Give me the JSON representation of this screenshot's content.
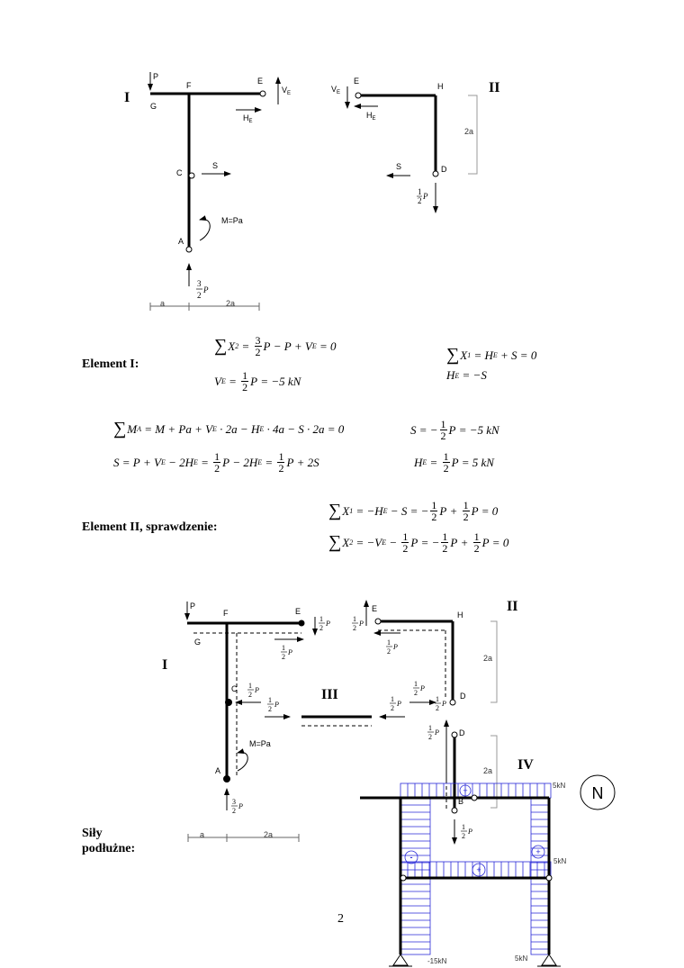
{
  "diagram_top": {
    "element1_label": "I",
    "element2_label": "II",
    "P": "P",
    "F": "F",
    "G": "G",
    "E": "E",
    "VE": "V",
    "VE_sub": "E",
    "HE": "H",
    "HE_sub": "E",
    "C": "C",
    "S": "S",
    "M": "M=Pa",
    "A": "A",
    "reaction_num": "3",
    "reaction_den": "2",
    "reaction_P": "P",
    "dim_a": "a",
    "dim_2a": "2a",
    "E2": "E",
    "H2": "H",
    "D": "D",
    "S2": "S",
    "dim_2a_right": "2a",
    "half_num": "1",
    "half_den": "2",
    "half_P": "P"
  },
  "headings": {
    "element1": "Element I:",
    "element2": "Element II, sprawdzenie:",
    "normal_forces": "Siły podłużne:"
  },
  "equations": [
    [
      "∑",
      "X",
      {
        "sub": "2"
      },
      " = ",
      {
        "num": "3",
        "den": "2"
      },
      "P − P + V",
      {
        "sub": "E"
      },
      " = 0"
    ],
    [
      "V",
      {
        "sub": "E"
      },
      " = ",
      {
        "num": "1",
        "den": "2"
      },
      "P = −5 kN"
    ],
    [
      "∑",
      "X",
      {
        "sub": "1"
      },
      " = H",
      {
        "sub": "E"
      },
      " + S = 0"
    ],
    [
      "H",
      {
        "sub": "E"
      },
      " = −S"
    ],
    [
      "∑",
      "M",
      {
        "sub": "A"
      },
      " = M + Pa + V",
      {
        "sub": "E"
      },
      " · 2a − H",
      {
        "sub": "E"
      },
      " · 4a − S · 2a = 0"
    ],
    [
      "S = P + V",
      {
        "sub": "E"
      },
      " − 2H",
      {
        "sub": "E"
      },
      " = ",
      {
        "num": "1",
        "den": "2"
      },
      "P − 2H",
      {
        "sub": "E"
      },
      " = ",
      {
        "num": "1",
        "den": "2"
      },
      "P + 2S"
    ],
    [
      "S = −",
      {
        "num": "1",
        "den": "2"
      },
      "P = −5 kN"
    ],
    [
      "H",
      {
        "sub": "E"
      },
      " = ",
      {
        "num": "1",
        "den": "2"
      },
      "P = 5 kN"
    ],
    [
      "∑",
      "X",
      {
        "sub": "1"
      },
      " = −H",
      {
        "sub": "E"
      },
      " − S = −",
      {
        "num": "1",
        "den": "2"
      },
      "P + ",
      {
        "num": "1",
        "den": "2"
      },
      "P = 0"
    ],
    [
      "∑",
      "X",
      {
        "sub": "2"
      },
      " = −V",
      {
        "sub": "E"
      },
      " − ",
      {
        "num": "1",
        "den": "2"
      },
      "P = −",
      {
        "num": "1",
        "den": "2"
      },
      "P + ",
      {
        "num": "1",
        "den": "2"
      },
      "P = 0"
    ]
  ],
  "diagram_bottom": {
    "I": "I",
    "II": "II",
    "III": "III",
    "IV": "IV",
    "P": "P",
    "F": "F",
    "G": "G",
    "E": "E",
    "C": "C",
    "A": "A",
    "M": "M=Pa",
    "E2": "E",
    "H": "H",
    "D": "D",
    "D2": "D",
    "B": "B",
    "one": "1",
    "two": "2",
    "three": "3",
    "Pi": "P",
    "dim_a": "a",
    "dim_2a": "2a",
    "dim_2a_r1": "2a",
    "dim_2a_r2": "2a",
    "val_top": "5kN",
    "val_mid": "5kN",
    "val_left_bottom": "-15kN",
    "val_right_bottom": "5kN",
    "plus": "+",
    "minus": "-",
    "N": "N"
  },
  "page_number": "2",
  "colors": {
    "diagram_blue": "#2a2ad8"
  }
}
